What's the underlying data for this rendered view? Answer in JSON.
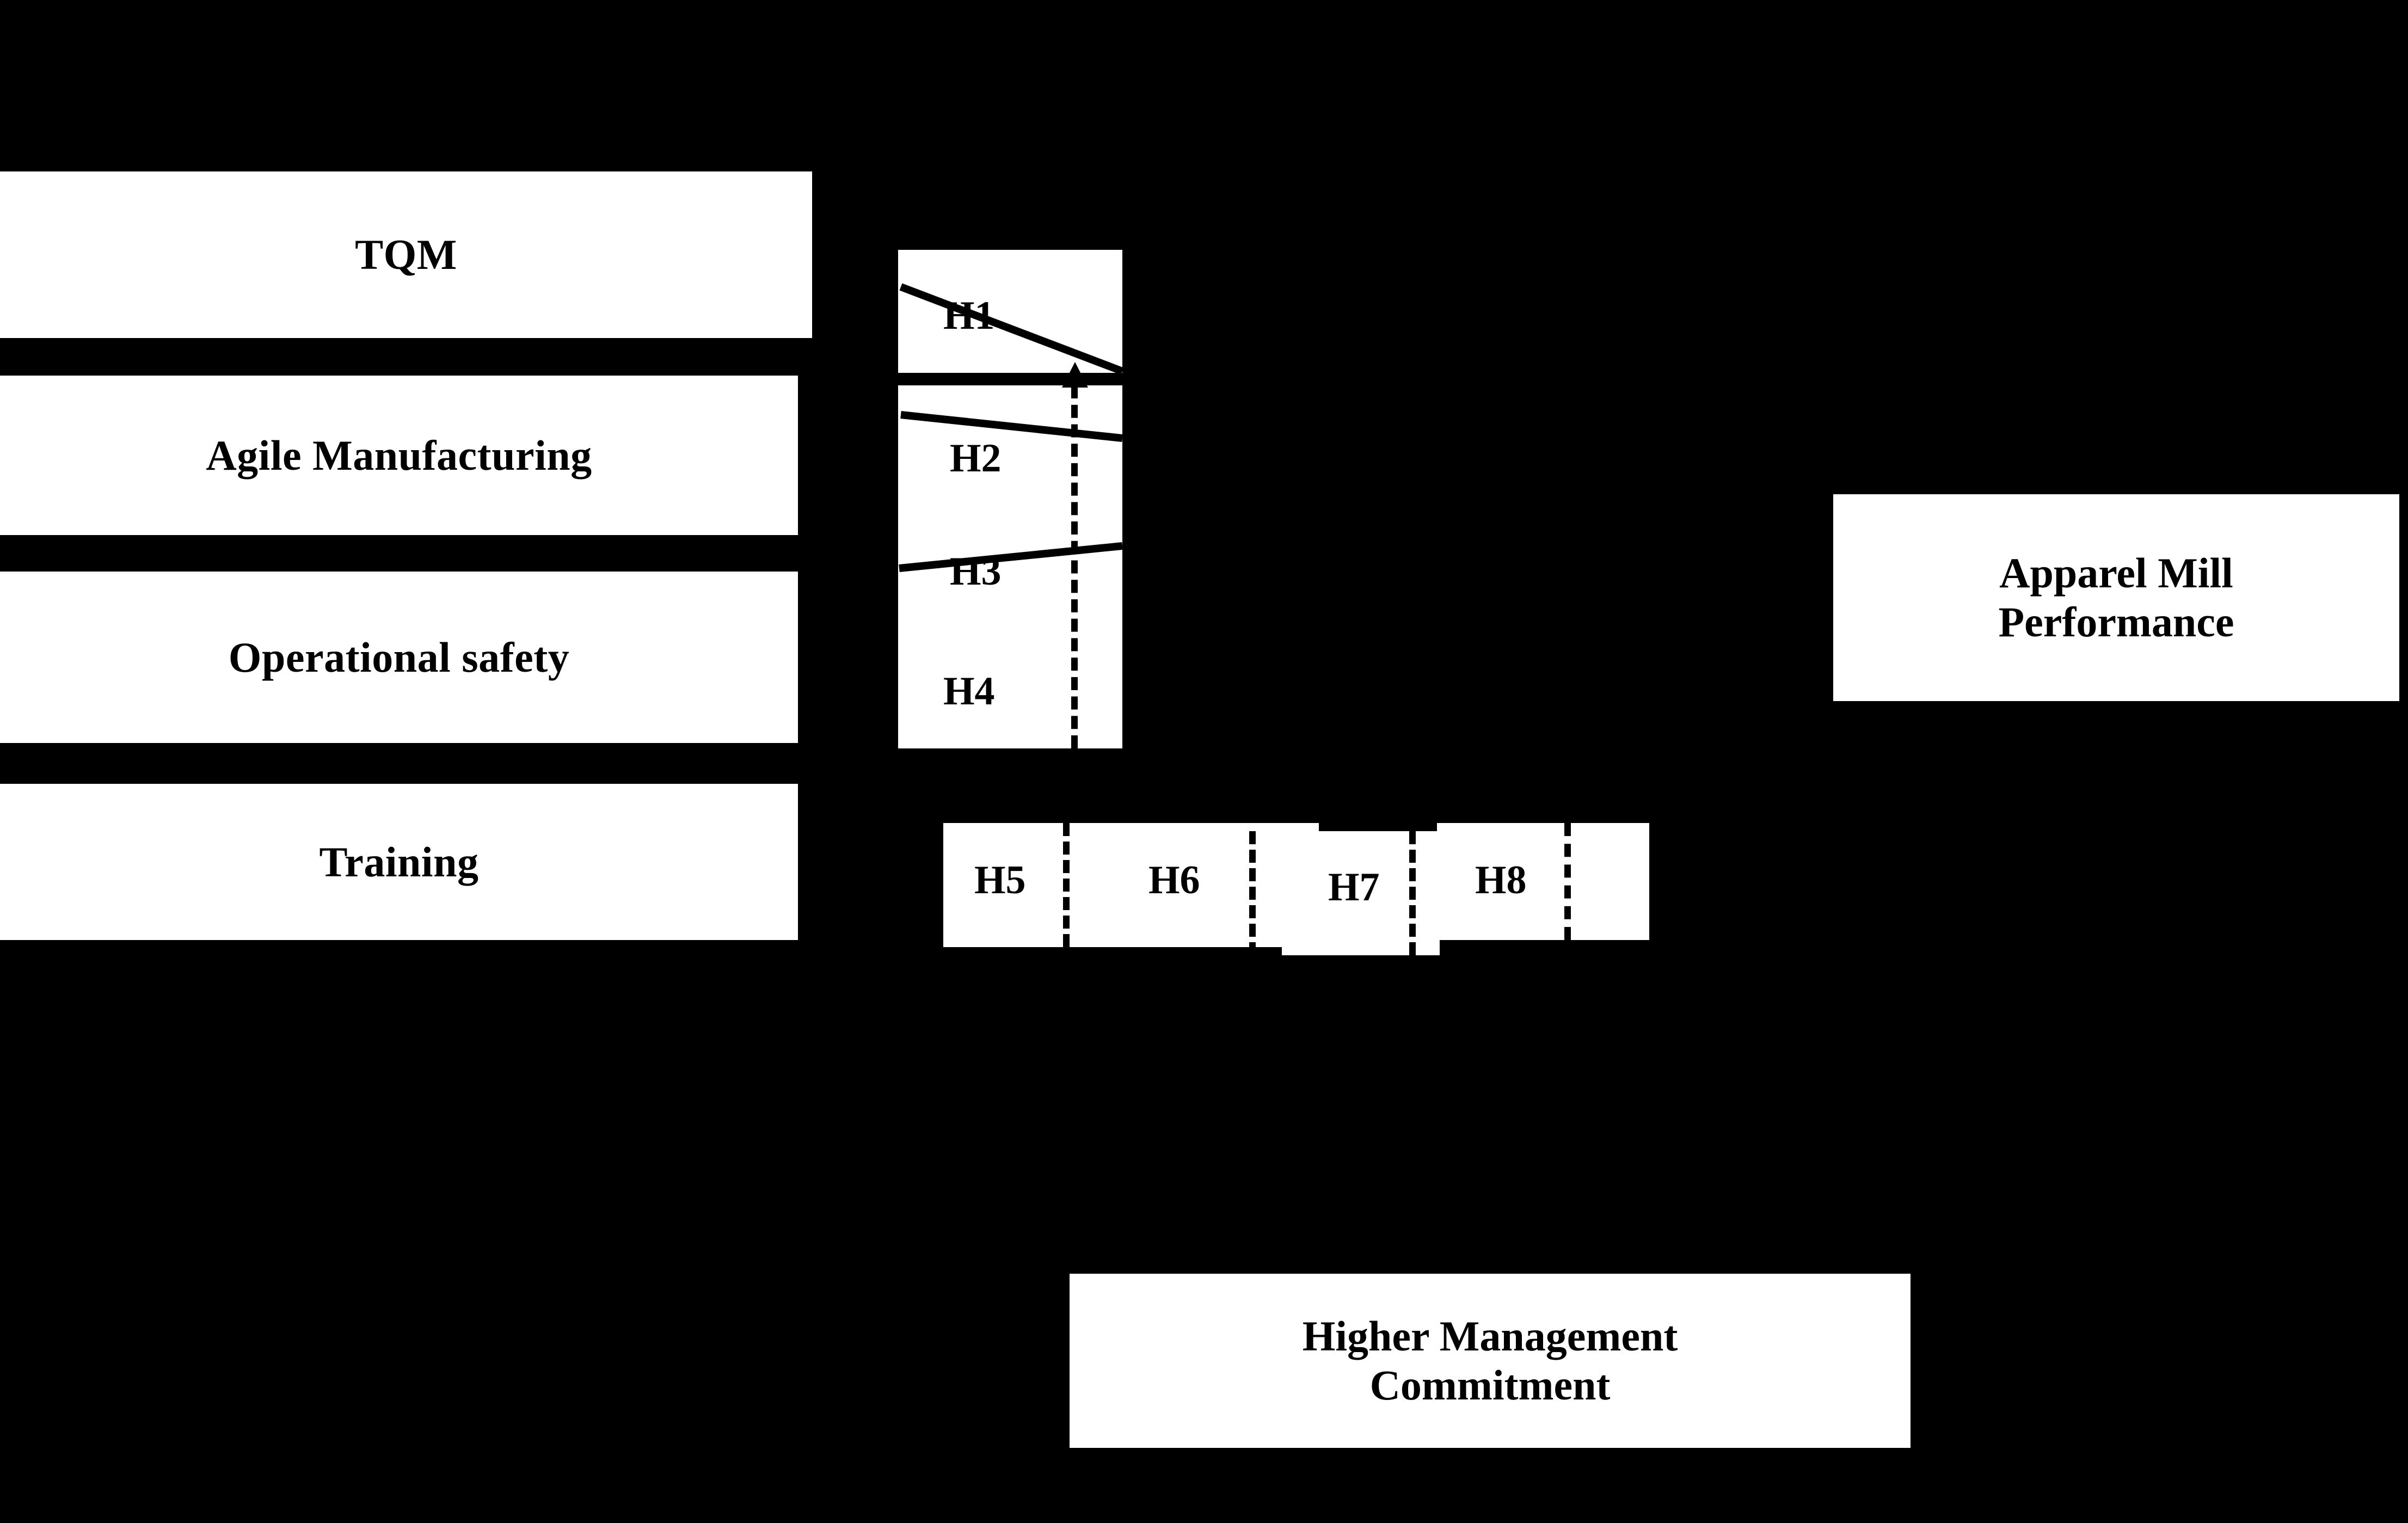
{
  "diagram": {
    "title": "Conceptual research model",
    "background_color": "#000000",
    "box_fill": "#ffffff",
    "text_color": "#000000",
    "constructs": [
      {
        "id": "tqm",
        "label": "TQM"
      },
      {
        "id": "agile-manufacturing",
        "label": "Agile Manufacturing"
      },
      {
        "id": "operational-safety",
        "label": "Operational safety"
      },
      {
        "id": "training",
        "label": "Training"
      }
    ],
    "outcome": {
      "id": "apparel-mill-performance",
      "label": "Apparel Mill\nPerformance",
      "line1": "Apparel Mill",
      "line2": "Performance"
    },
    "moderator": {
      "id": "higher-management-commitment",
      "line1": "Higher Management",
      "line2": "Commitment"
    },
    "direct_hypotheses": [
      {
        "id": "h1",
        "label": "H1",
        "from": "TQM",
        "to": "Apparel Mill Performance"
      },
      {
        "id": "h2",
        "label": "H2",
        "from": "Agile Manufacturing",
        "to": "Apparel Mill Performance"
      },
      {
        "id": "h3",
        "label": "H3",
        "from": "Operational safety",
        "to": "Apparel Mill Performance"
      },
      {
        "id": "h4",
        "label": "H4",
        "from": "Training",
        "to": "Apparel Mill Performance"
      }
    ],
    "moderating_hypotheses": [
      {
        "id": "h5",
        "label": "H5"
      },
      {
        "id": "h6",
        "label": "H6"
      },
      {
        "id": "h7",
        "label": "H7"
      },
      {
        "id": "h8",
        "label": "H8"
      }
    ]
  }
}
